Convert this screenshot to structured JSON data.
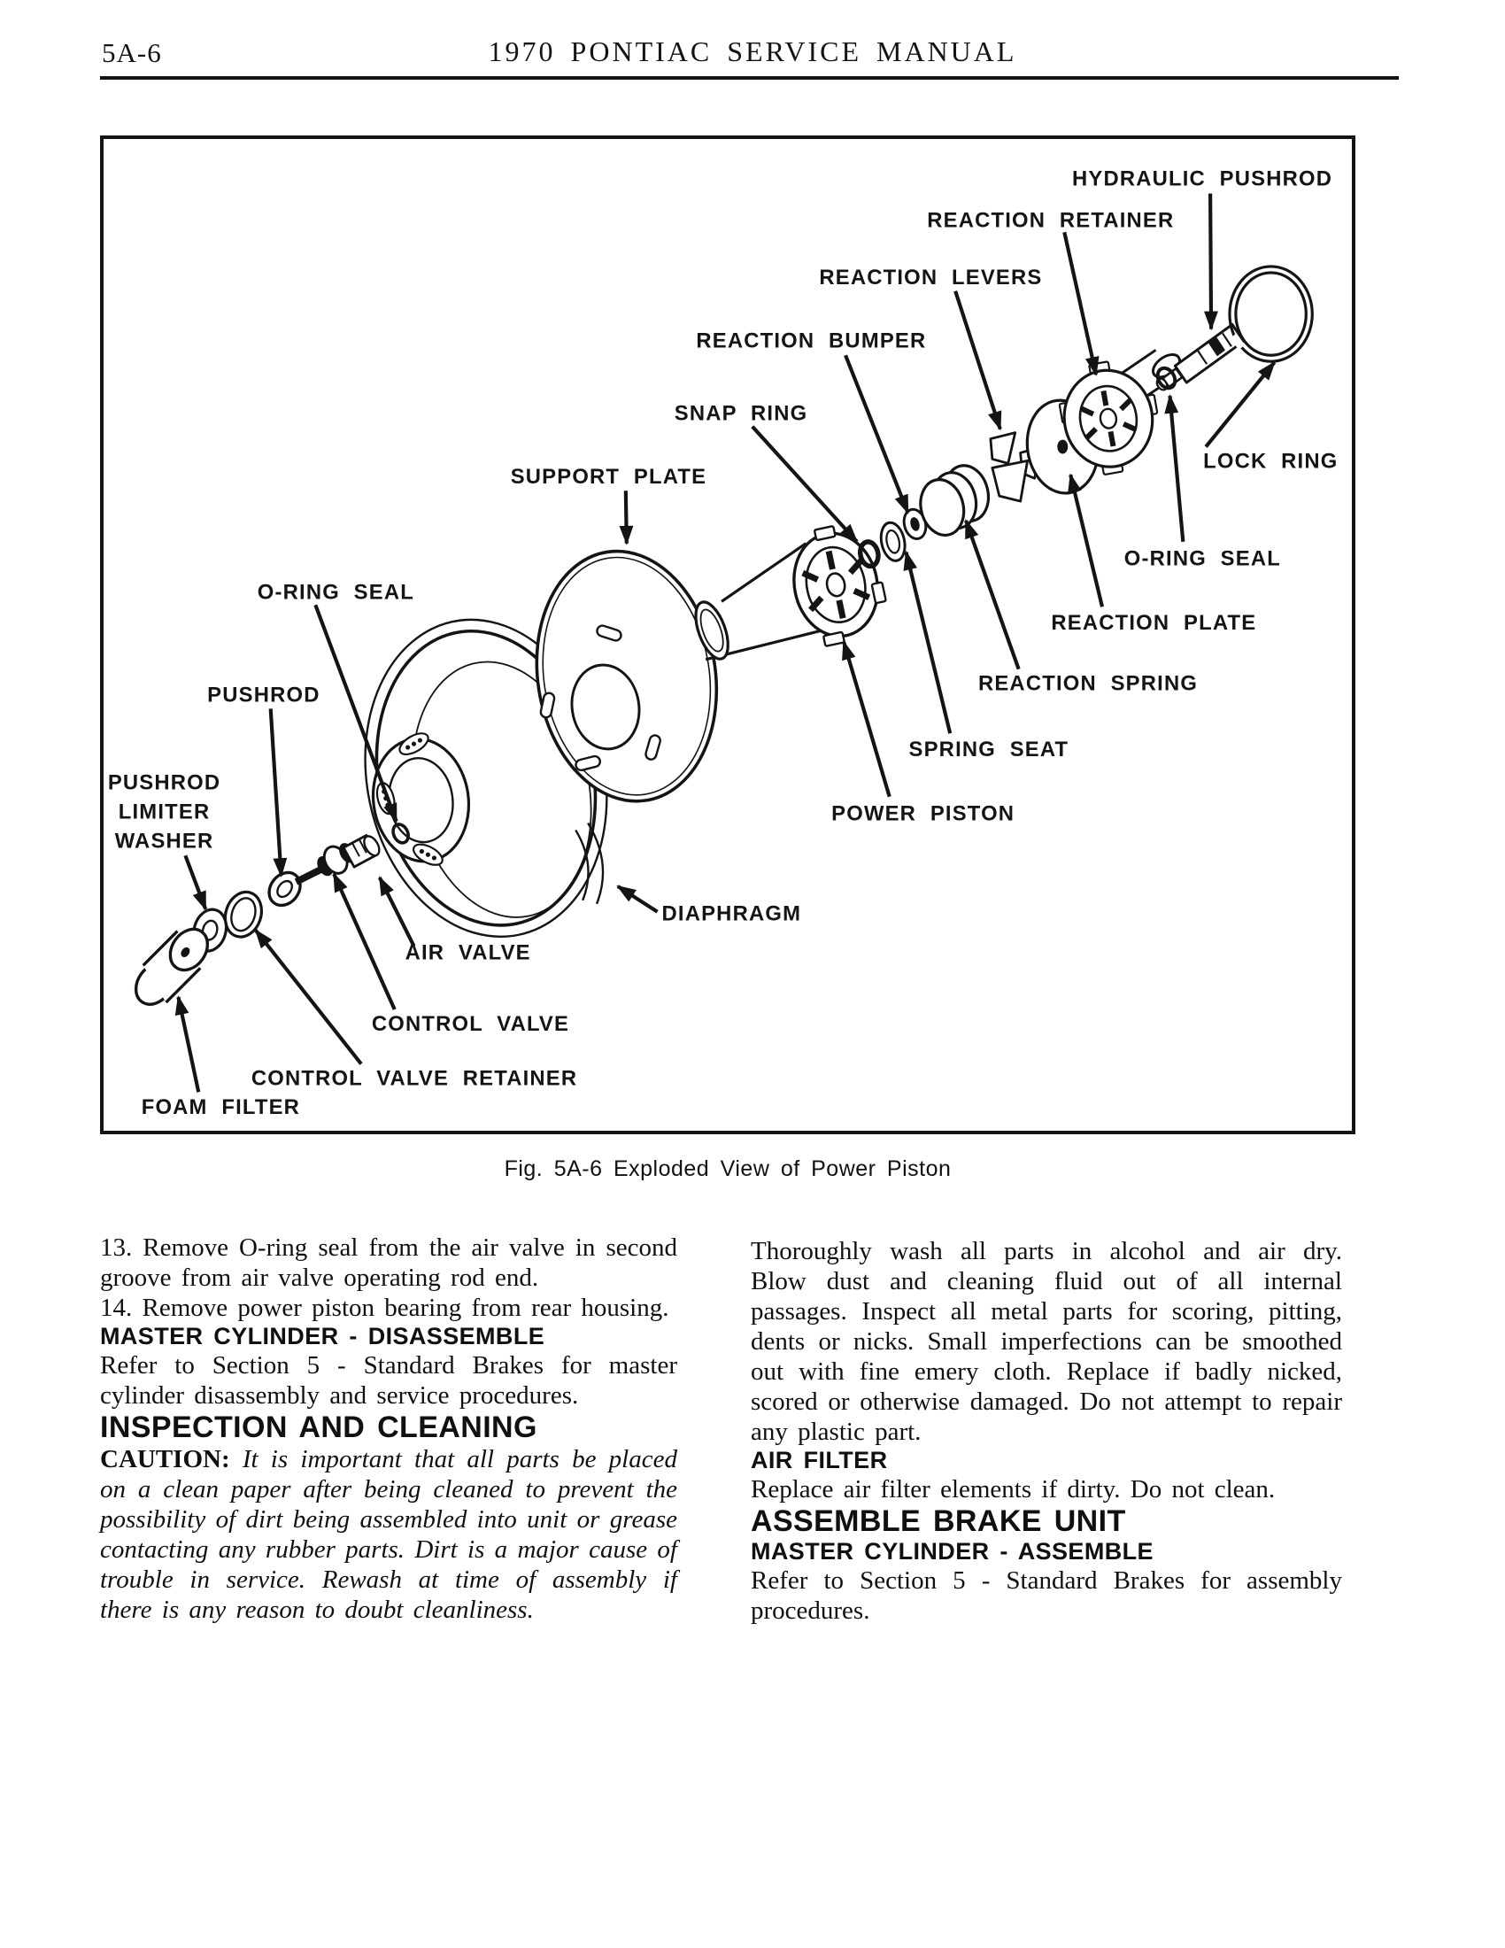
{
  "header": {
    "page_number": "5A-6",
    "title": "1970 PONTIAC SERVICE MANUAL"
  },
  "figure": {
    "caption": "Fig. 5A-6 Exploded View of Power Piston",
    "labels": {
      "hydraulic_pushrod": "HYDRAULIC PUSHROD",
      "reaction_retainer": "REACTION RETAINER",
      "reaction_levers": "REACTION LEVERS",
      "reaction_bumper": "REACTION BUMPER",
      "snap_ring": "SNAP RING",
      "support_plate": "SUPPORT PLATE",
      "lock_ring": "LOCK RING",
      "o_ring_seal_right": "O-RING SEAL",
      "reaction_plate": "REACTION PLATE",
      "reaction_spring": "REACTION SPRING",
      "spring_seat": "SPRING SEAT",
      "power_piston": "POWER PISTON",
      "o_ring_seal_left": "O-RING SEAL",
      "pushrod": "PUSHROD",
      "pushrod_limiter_washer": [
        "PUSHROD",
        "LIMITER",
        "WASHER"
      ],
      "diaphragm": "DIAPHRAGM",
      "air_valve": "AIR VALVE",
      "control_valve": "CONTROL VALVE",
      "control_valve_retainer": "CONTROL VALVE RETAINER",
      "foam_filter": "FOAM FILTER"
    }
  },
  "left_col": {
    "item13": "13. Remove O-ring seal from the air valve in second groove from air valve operating rod end.",
    "item14": "14. Remove power piston bearing from rear housing.",
    "h_master_disassemble": "MASTER CYLINDER - DISASSEMBLE",
    "p_master_disassemble": "Refer to Section 5 - Standard Brakes for master cylinder disassembly and service procedures.",
    "h_inspection": "INSPECTION AND CLEANING",
    "caution_label": "CAUTION:",
    "caution_text": "It is important that all parts be placed on a clean paper after being cleaned to prevent the possibility of dirt being assembled into unit or grease contacting any rubber parts. Dirt is a major cause of trouble in service. Rewash at time of assembly if there is any reason to doubt cleanliness."
  },
  "right_col": {
    "p_wash": "Thoroughly wash all parts in alcohol and air dry. Blow dust and cleaning fluid out of all internal passages. Inspect all metal parts for scoring, pitting, dents or nicks. Small imperfections can be smoothed out with fine emery cloth. Replace if badly nicked, scored or otherwise damaged. Do not attempt to repair any plastic part.",
    "h_air_filter": "AIR FILTER",
    "p_air_filter": "Replace air filter elements if dirty. Do not clean.",
    "h_assemble_unit": "ASSEMBLE BRAKE UNIT",
    "h_master_assemble": "MASTER CYLINDER - ASSEMBLE",
    "p_master_assemble": "Refer to Section 5 - Standard Brakes for assembly procedures."
  }
}
